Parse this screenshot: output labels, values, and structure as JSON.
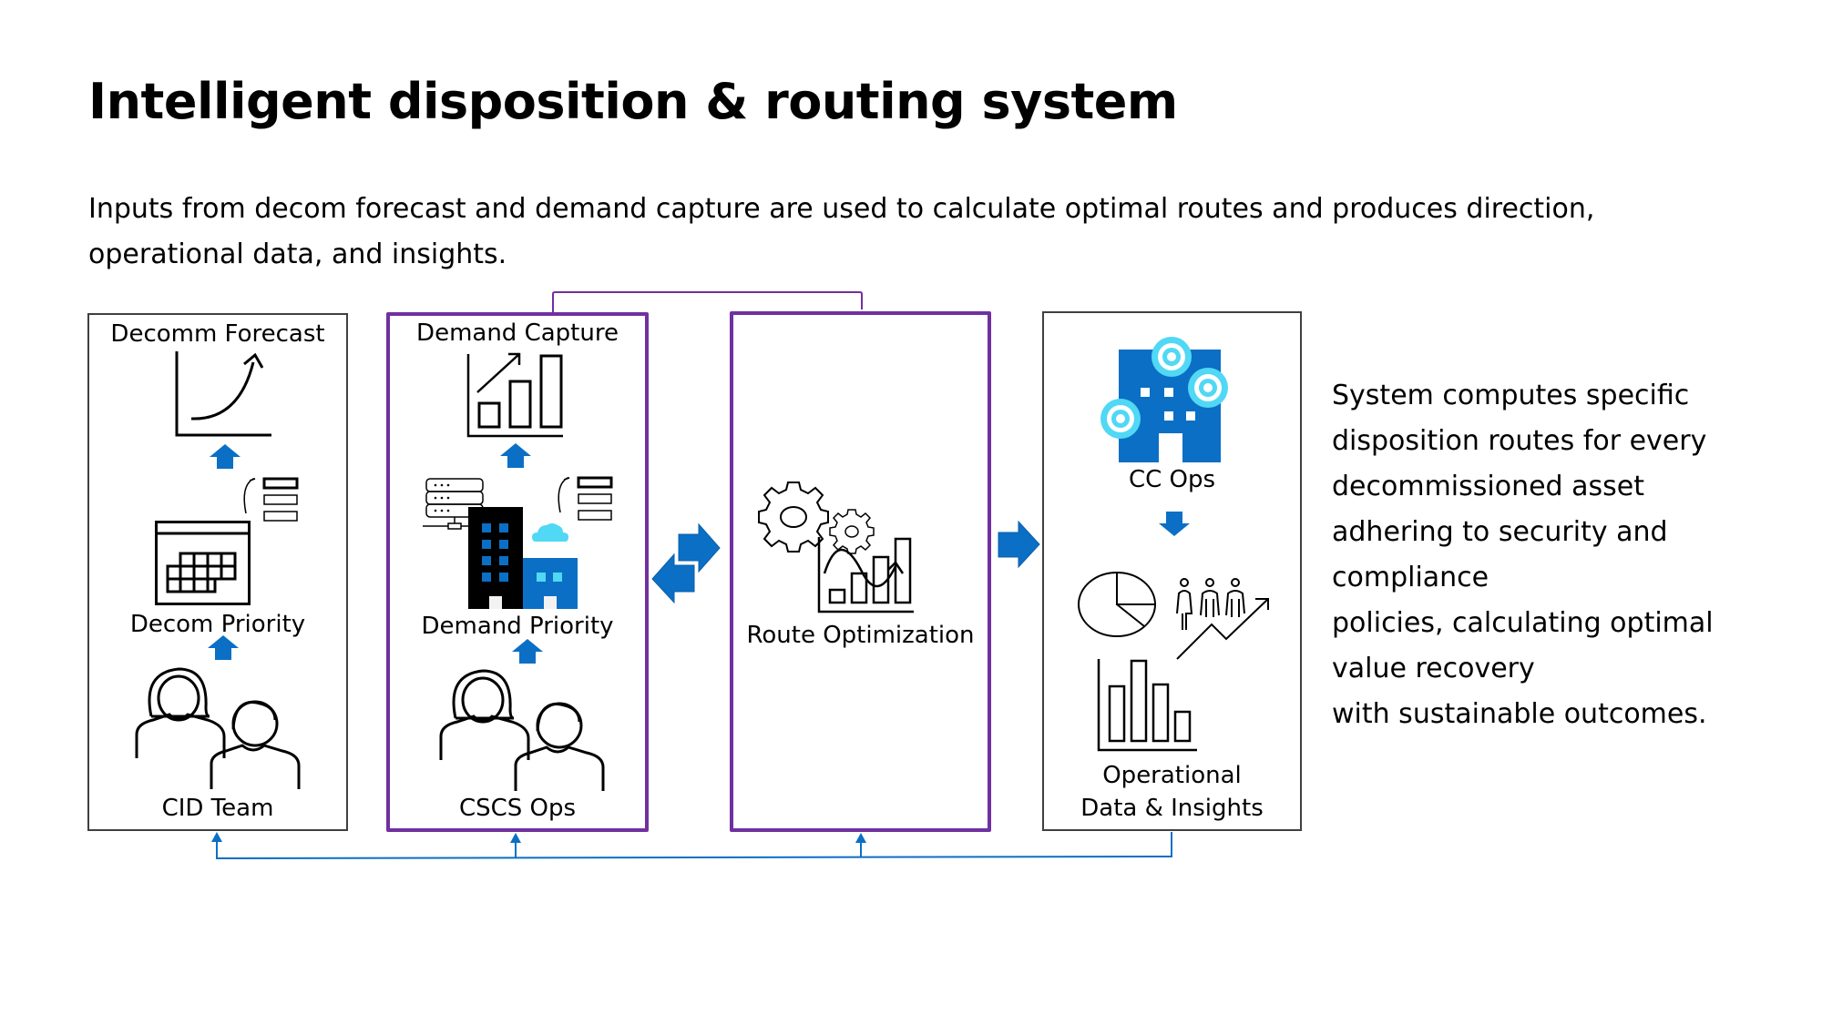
{
  "title": "Intelligent disposition & routing system",
  "subtitle": "Inputs from decom forecast and demand capture are used to calculate optimal routes and produces direction, operational data, and insights.",
  "colors": {
    "accent_blue": "#0B6FC5",
    "purple": "#7030A0",
    "light_cyan": "#50D8F5",
    "box_border": "#404040"
  },
  "boxes": [
    {
      "id": "cid-team",
      "labels": {
        "top": "Decomm Forecast",
        "middle": "Decom Priority",
        "bottom": "CID Team"
      },
      "icons": [
        "growth-chart-icon",
        "priority-list-icon",
        "calendar-icon",
        "people-icon"
      ]
    },
    {
      "id": "cscs-ops",
      "labels": {
        "top": "Demand Capture",
        "middle": "Demand Priority",
        "bottom": "CSCS Ops"
      },
      "icons": [
        "bar-chart-icon",
        "priority-list-icon",
        "server-icon",
        "buildings-icon",
        "cloud-icon",
        "people-icon"
      ]
    },
    {
      "id": "route-optimization",
      "labels": {
        "middle": "Route Optimization"
      },
      "icons": [
        "gears-chart-icon"
      ]
    },
    {
      "id": "cc-ops",
      "labels": {
        "top": "CC Ops",
        "bottom": "Operational\nData & Insights"
      },
      "icons": [
        "connected-building-icon",
        "pie-chart-icon",
        "people-growth-icon",
        "bar-chart-icon"
      ]
    }
  ],
  "side_text": "System computes specific\ndisposition routes for every\ndecommissioned asset\nadhering to security and\ncompliance\npolicies, calculating optimal\nvalue recovery\nwith sustainable outcomes."
}
